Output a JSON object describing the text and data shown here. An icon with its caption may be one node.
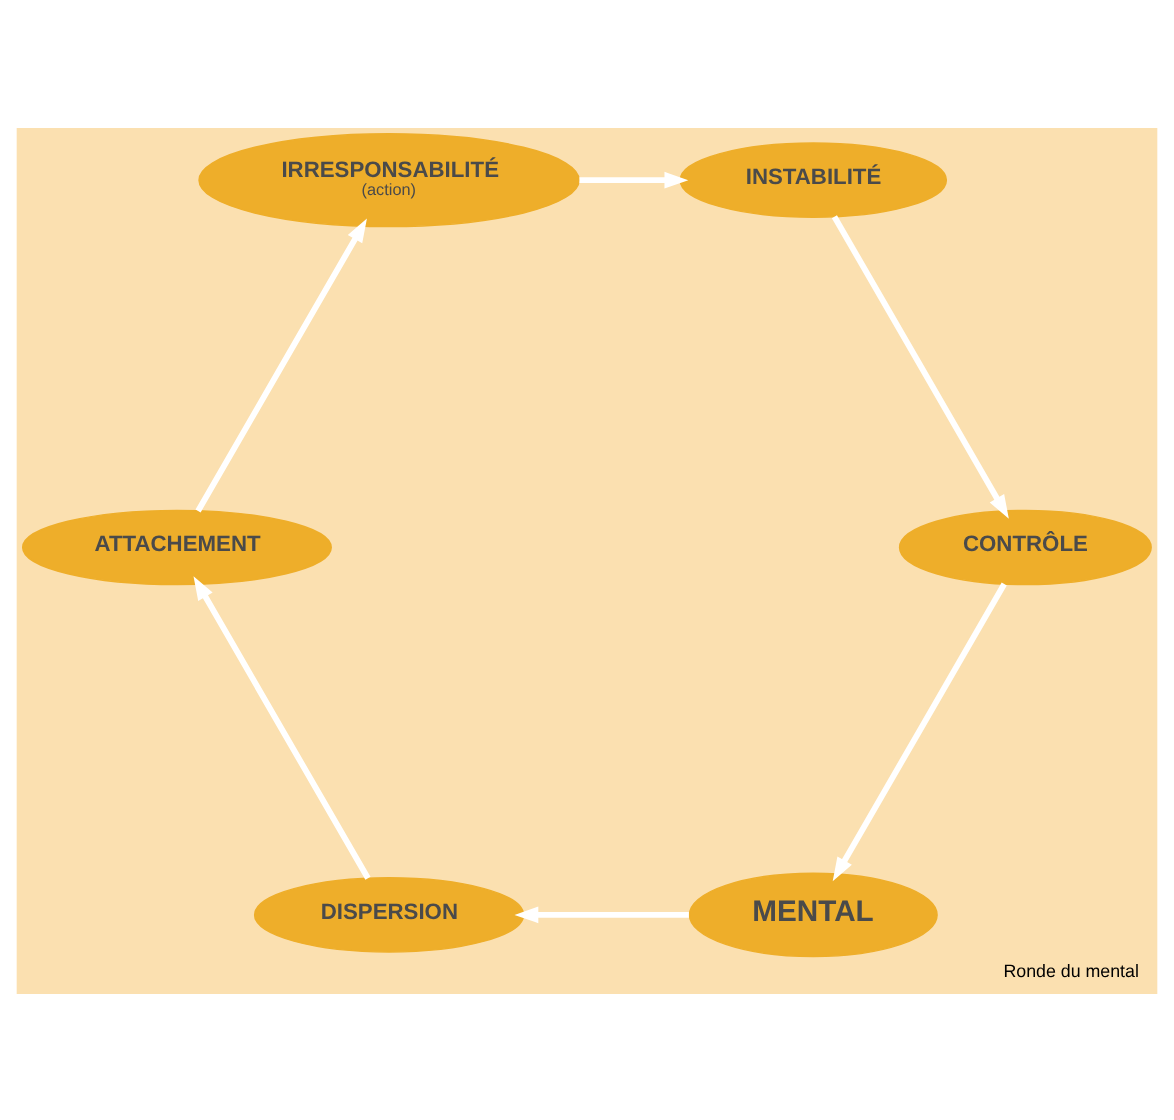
{
  "diagram": {
    "caption": "Ronde du mental",
    "nodes": [
      {
        "text": [
          "MENTAL"
        ]
      },
      {
        "text": [
          "DISPERSION"
        ]
      },
      {
        "text": [
          "ATTACHEMENT"
        ]
      },
      {
        "text": [
          "IRRESPONSABILITÉ",
          "(action)"
        ]
      },
      {
        "text": [
          "INSTABILITÉ"
        ]
      },
      {
        "text": [
          "CONTRÔLE"
        ]
      }
    ],
    "edges": [
      {
        "from": 0,
        "to": 1,
        "arrow": "to"
      },
      {
        "from": 1,
        "to": 2,
        "arrow": "to"
      },
      {
        "from": 2,
        "to": 3,
        "arrow": "to"
      },
      {
        "from": 3,
        "to": 4,
        "arrow": "to"
      },
      {
        "from": 4,
        "to": 5,
        "arrow": "to"
      },
      {
        "from": 5,
        "to": 0,
        "arrow": "to"
      }
    ]
  }
}
